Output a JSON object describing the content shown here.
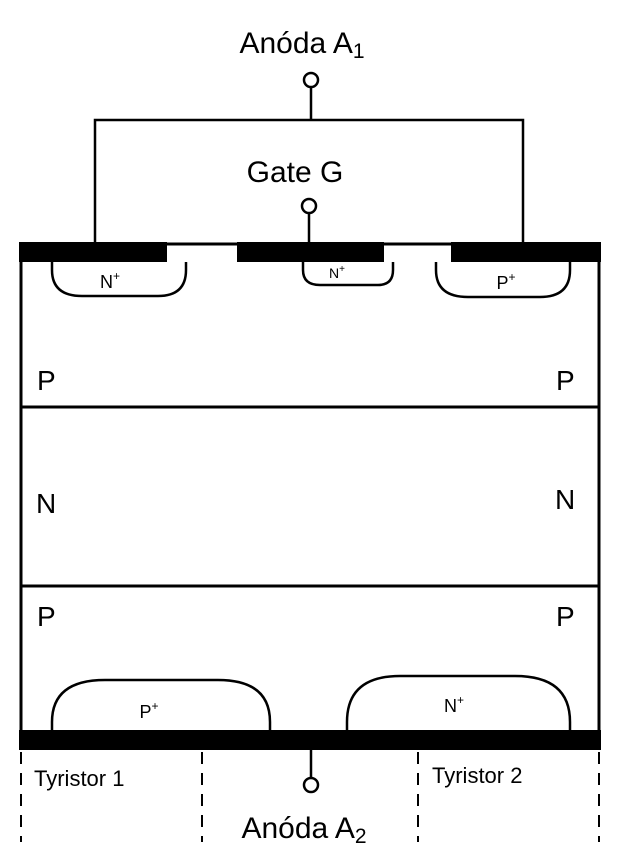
{
  "labels": {
    "anode1_main": "Anóda A",
    "anode1_sub": "1",
    "gate": "Gate G",
    "anode2_main": "Anóda A",
    "anode2_sub": "2",
    "top_left_well": "N",
    "top_mid_well": "N",
    "top_right_well": "P",
    "bottom_left_well": "P",
    "bottom_right_well": "N",
    "well_superscript": "+",
    "layer_p_top": "P",
    "layer_n_mid": "N",
    "layer_p_bottom": "P",
    "thyristor1": "Tyristor 1",
    "thyristor2": "Tyristor 2"
  }
}
